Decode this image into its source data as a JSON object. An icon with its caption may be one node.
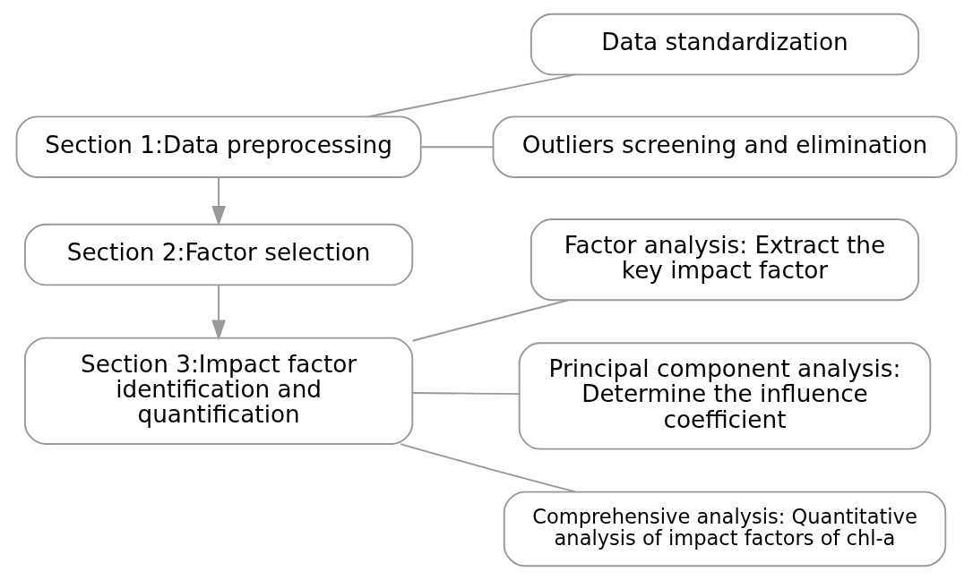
{
  "diagram": {
    "nodes": [
      {
        "text": [
          "Section 1:Data preprocessing"
        ]
      },
      {
        "text": [
          "Data standardization"
        ]
      },
      {
        "text": [
          "Outliers screening and elimination"
        ]
      },
      {
        "text": [
          "Section 2:Factor selection"
        ]
      },
      {
        "text": [
          "Section 3:Impact factor identification and quantification"
        ]
      },
      {
        "text": [
          "Factor analysis: Extract the key impact factor"
        ]
      },
      {
        "text": [
          "Principal component analysis: Determine the influence coefficient"
        ]
      },
      {
        "text": [
          "Comprehensive analysis: Quantitative analysis of impact factors of chl-a"
        ]
      }
    ],
    "edges": [
      {
        "from": 0,
        "to": 1,
        "arrow": "none"
      },
      {
        "from": 0,
        "to": 2,
        "arrow": "none"
      },
      {
        "from": 0,
        "to": 3,
        "arrow": "to"
      },
      {
        "from": 3,
        "to": 4,
        "arrow": "to"
      },
      {
        "from": 4,
        "to": 5,
        "arrow": "none"
      },
      {
        "from": 4,
        "to": 6,
        "arrow": "none"
      },
      {
        "from": 4,
        "to": 7,
        "arrow": "none"
      }
    ]
  }
}
